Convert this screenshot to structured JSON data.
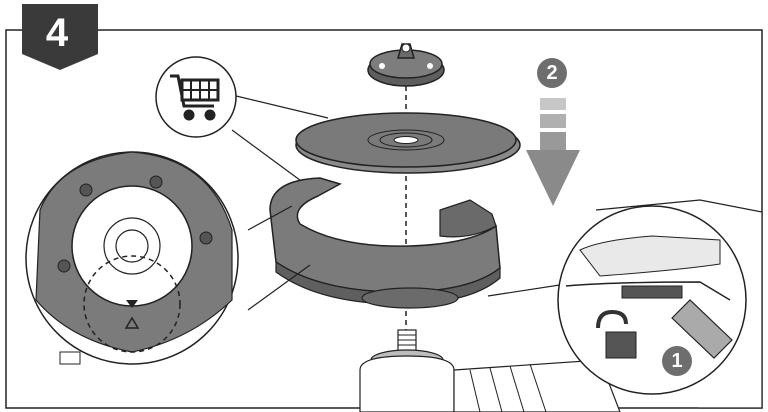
{
  "step": {
    "number": "4"
  },
  "callouts": {
    "lower_step": "1",
    "upper_step": "2"
  },
  "icons": {
    "shopping_cart": "cart-icon",
    "lock": "unlocked-padlock-icon",
    "arrow": "down-arrow-icon"
  },
  "colors": {
    "badge": "#3a3a3a",
    "part_gray": "#7b7b7b",
    "outline": "#222222",
    "arrow": "#8a8a8a"
  }
}
